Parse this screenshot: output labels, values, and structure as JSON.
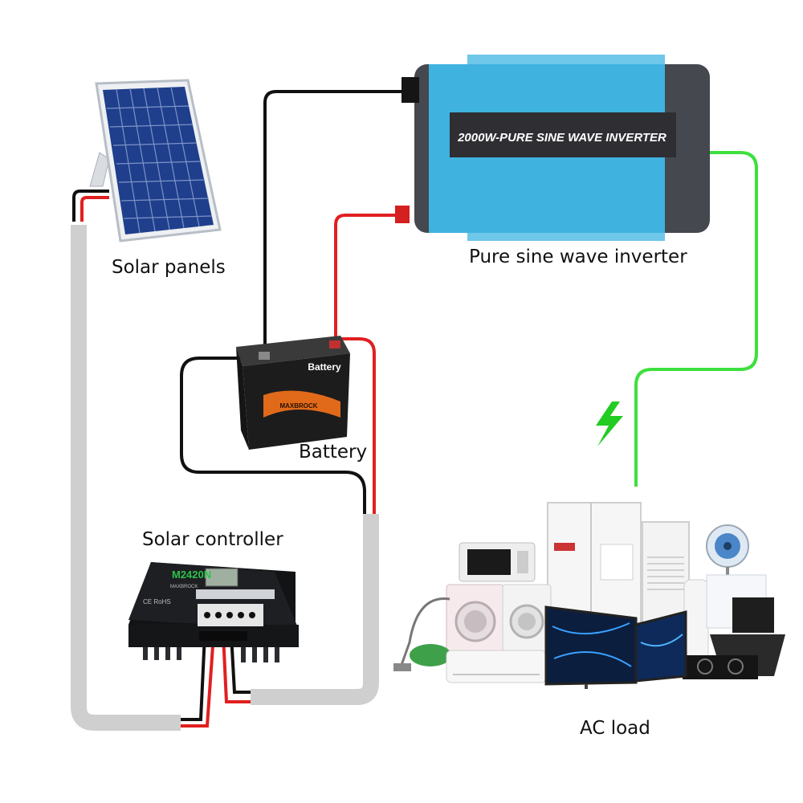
{
  "labels": {
    "solar_panels": "Solar panels",
    "inverter": "Pure sine wave inverter",
    "battery": "Battery",
    "controller": "Solar controller",
    "ac_load": "AC load"
  },
  "device_text": {
    "inverter_face": "2000W-PURE SINE WAVE INVERTER",
    "battery_face": "Battery",
    "battery_brand": "MAXBROCK",
    "controller_model": "M2420N",
    "controller_brand": "MAXBROCK",
    "controller_cert": "CE RoHS"
  },
  "colors": {
    "wire_black": "#111111",
    "wire_red": "#e02020",
    "wire_ac": "#3de03d",
    "conduit": "#cfcfcf",
    "inverter_body": "#3fb2e0",
    "inverter_band": "#2e2e33",
    "controller_body": "#1d1f22",
    "battery_body": "#1c1c1c",
    "battery_label": "#e06a1a",
    "bolt": "#22cc22"
  },
  "icons": [
    "solar-panel-icon",
    "inverter-icon",
    "battery-icon",
    "charge-controller-icon",
    "lightning-bolt-icon",
    "appliances-icon"
  ]
}
